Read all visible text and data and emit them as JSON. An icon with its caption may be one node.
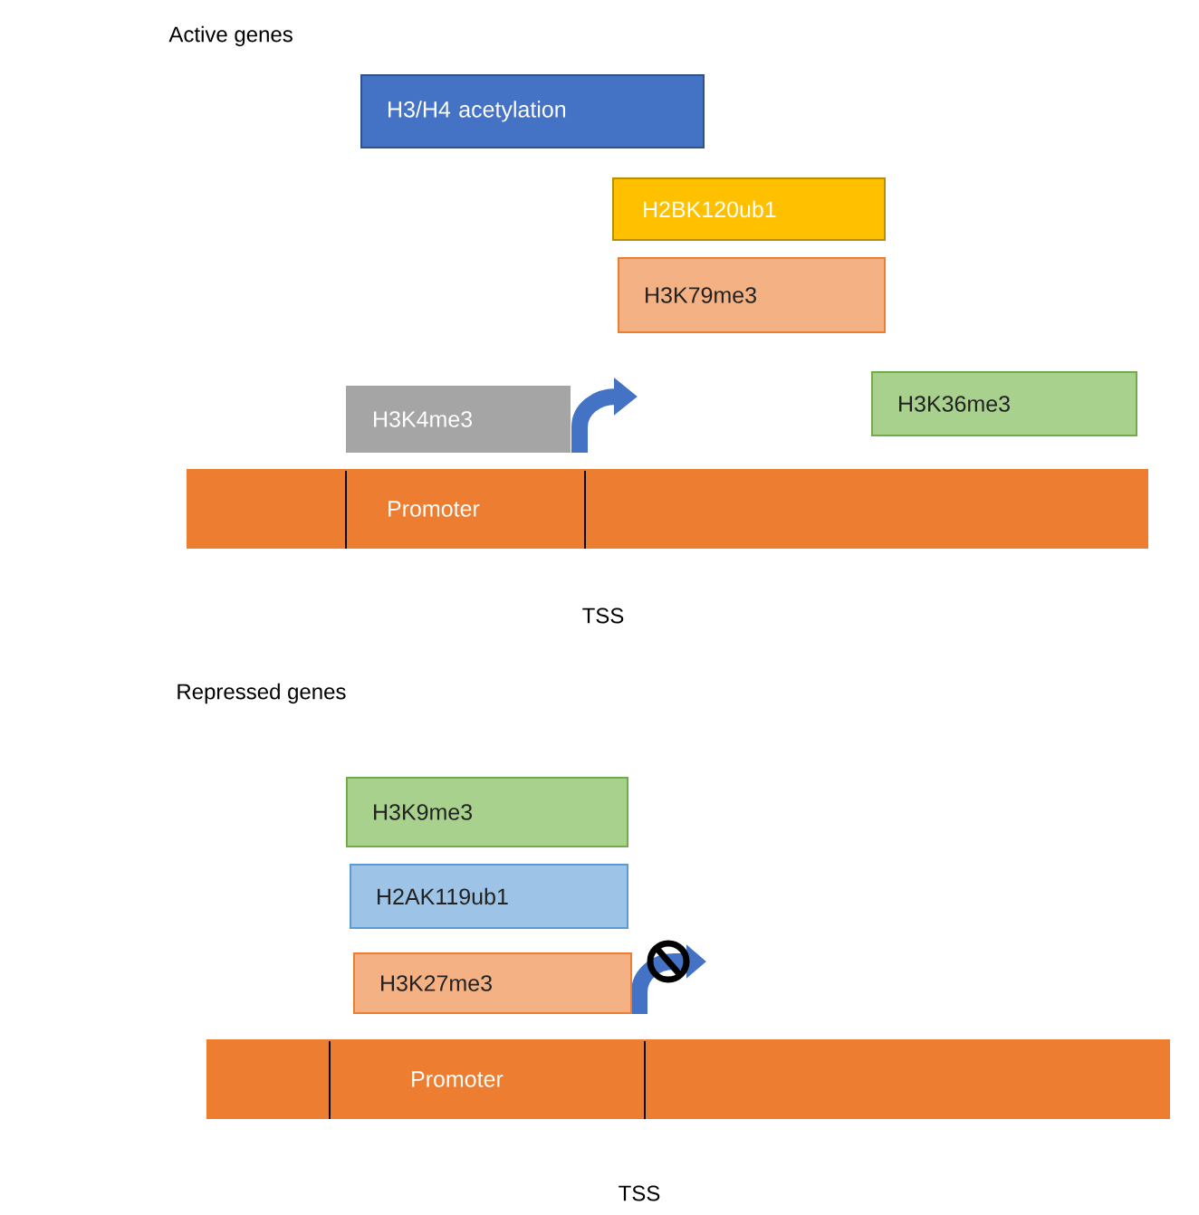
{
  "diagram": {
    "nodes": [
      {
        "text": [
          "H3/H4 acetylation"
        ]
      },
      {
        "text": [
          "H2BK120ub1"
        ]
      },
      {
        "text": [
          "H3K79me3"
        ]
      },
      {
        "text": [
          "H3K4me3"
        ]
      },
      {
        "text": [
          "H3K36me3"
        ]
      },
      {
        "text": [
          "Promoter"
        ]
      },
      {
        "text": [
          "H3K9me3"
        ]
      },
      {
        "text": [
          "H2AK119ub1"
        ]
      },
      {
        "text": [
          "H3K27me3"
        ]
      },
      {
        "text": [
          "Promoter"
        ]
      }
    ],
    "labels": [
      "Active genes",
      "TSS",
      "Repressed genes",
      "TSS"
    ]
  }
}
